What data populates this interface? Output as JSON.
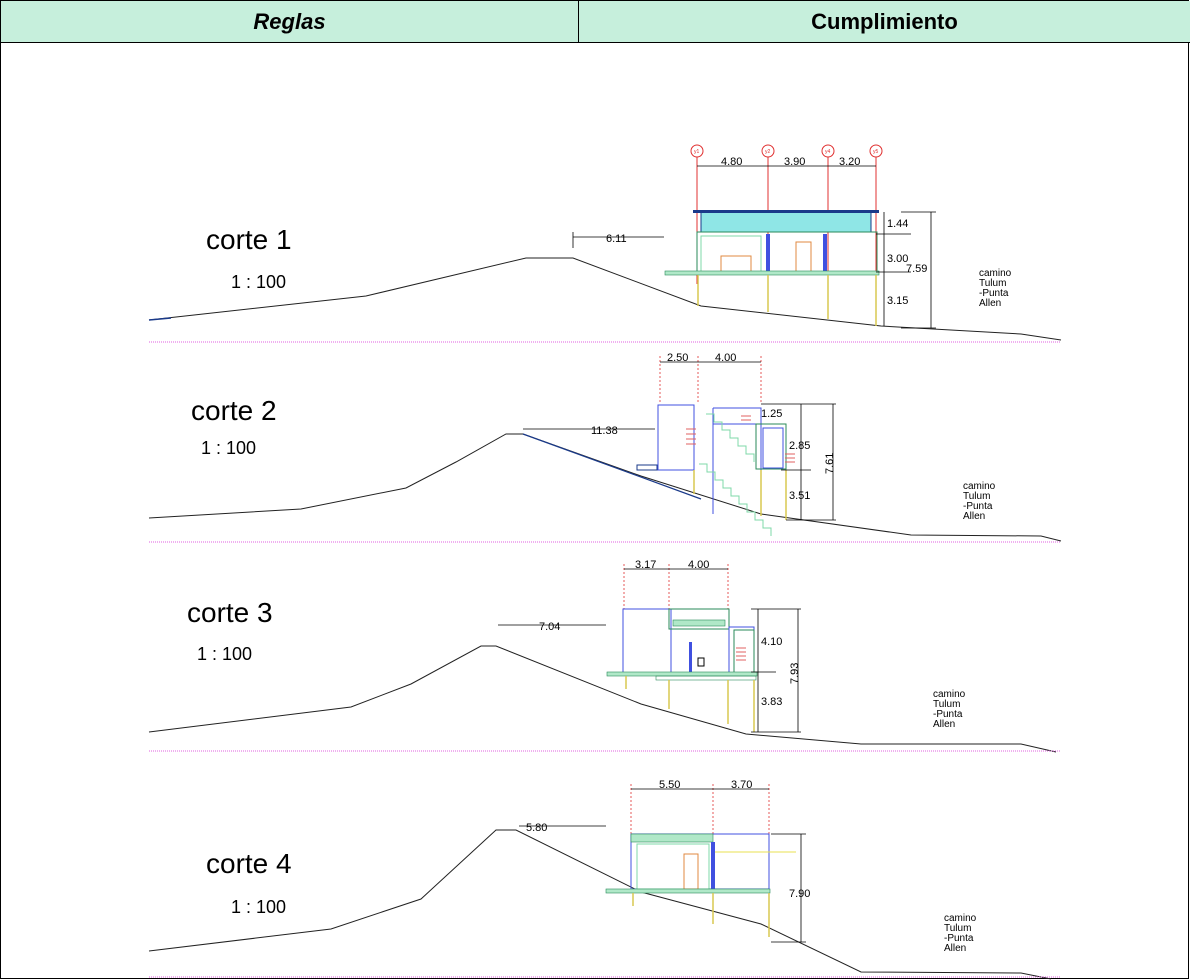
{
  "header": {
    "col_reglas": "Reglas",
    "col_cumplimiento": "Cumplimiento"
  },
  "road_label": [
    "camino",
    "Tulum",
    "-Punta",
    "Allen"
  ],
  "cortes": [
    {
      "title": "corte 1",
      "scale": "1 : 100",
      "setback": "6.11",
      "top_dims": [
        "4.80",
        "3.90",
        "3.20"
      ],
      "axes": [
        "y1",
        "y2",
        "y4",
        "y5"
      ],
      "heights": [
        "1.44",
        "3.00",
        "3.15"
      ],
      "total": "7.59"
    },
    {
      "title": "corte 2",
      "scale": "1 : 100",
      "setback": "11.38",
      "top_dims": [
        "2.50",
        "4.00"
      ],
      "heights": [
        "1.25",
        "2.85",
        "3.51"
      ],
      "total": "7.61"
    },
    {
      "title": "corte 3",
      "scale": "1 : 100",
      "setback": "7.04",
      "top_dims": [
        "3.17",
        "4.00"
      ],
      "heights": [
        "4.10",
        "3.83"
      ],
      "total": "7.93"
    },
    {
      "title": "corte 4",
      "scale": "1 : 100",
      "setback": "5.80",
      "top_dims": [
        "5.50",
        "3.70"
      ],
      "total": "7.90"
    }
  ]
}
